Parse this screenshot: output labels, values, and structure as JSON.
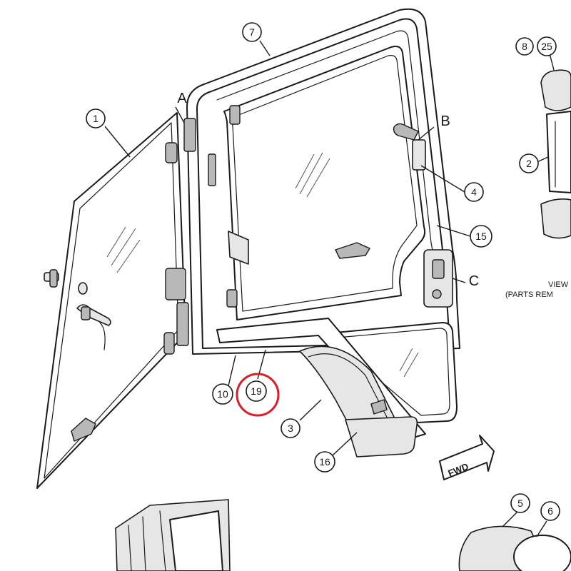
{
  "callouts": {
    "c1": "1",
    "c2": "2",
    "c3": "3",
    "c4": "4",
    "c5": "5",
    "c6": "6",
    "c7": "7",
    "c8": "8",
    "c10": "10",
    "c15": "15",
    "c16": "16",
    "c19": "19",
    "c25": "25"
  },
  "section_letters": {
    "a": "A",
    "b": "B",
    "c": "C"
  },
  "view_caption": {
    "line1": "VIEW",
    "line2": "(PARTS REM"
  },
  "direction_arrow": {
    "label": "FWD"
  },
  "highlight": {
    "callout": "19",
    "color": "#d81e2a"
  }
}
